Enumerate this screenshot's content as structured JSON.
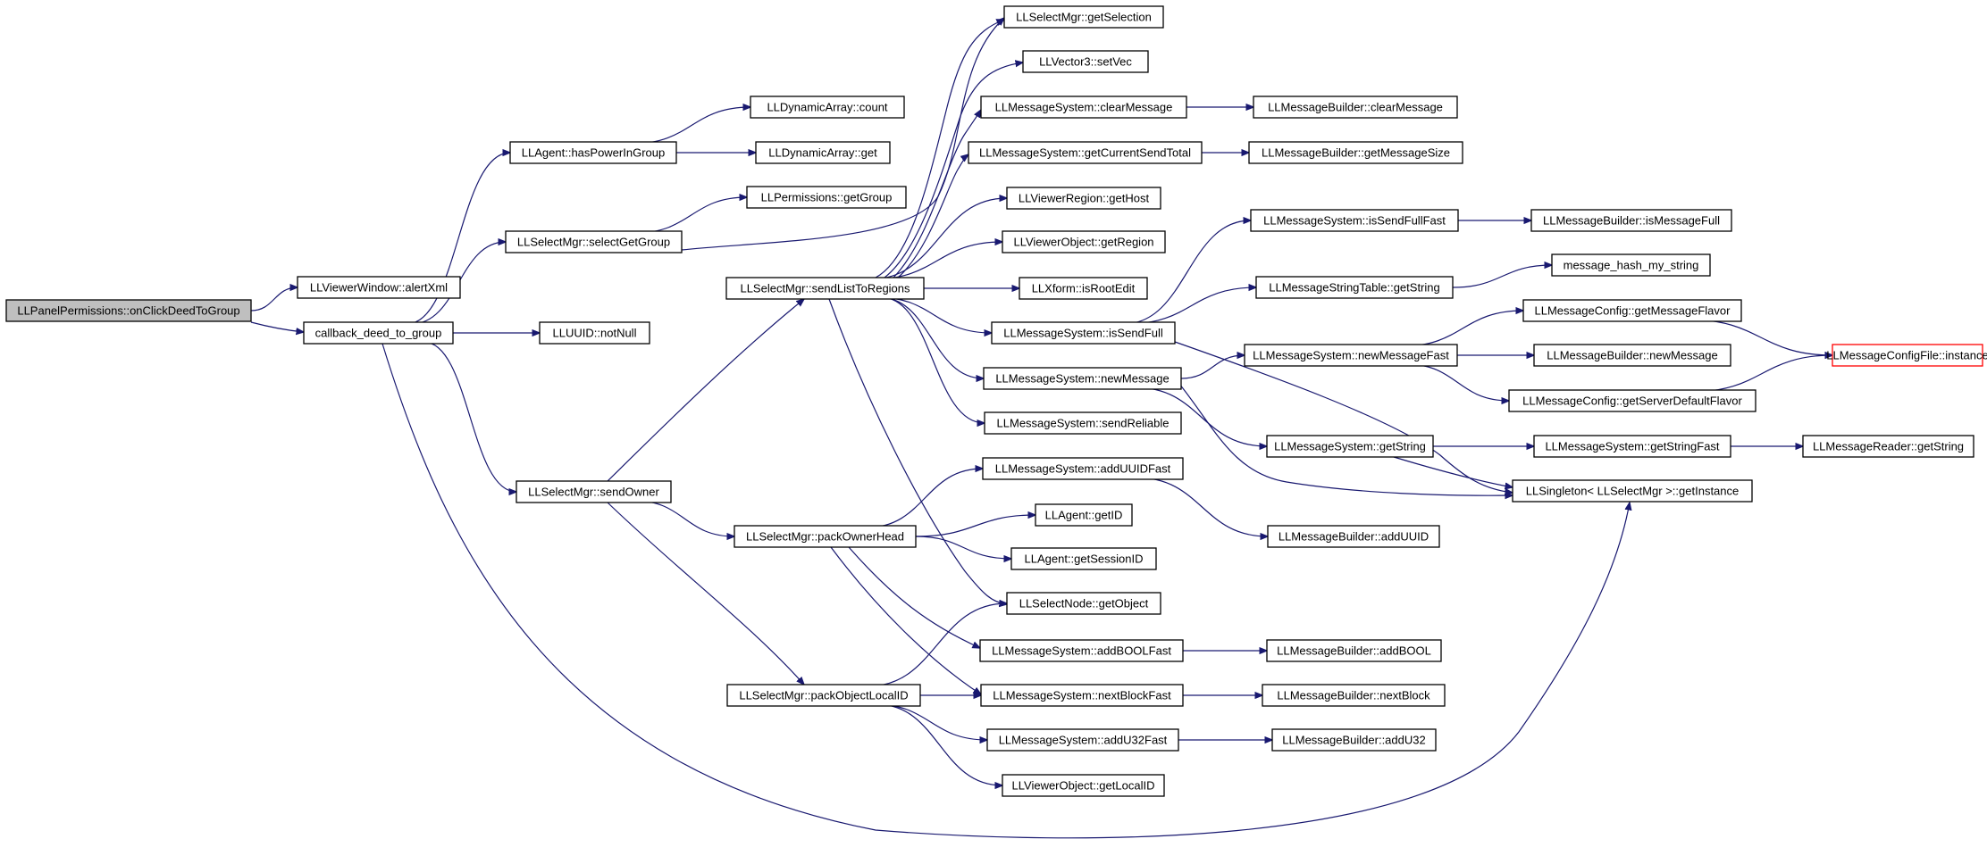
{
  "graph": {
    "root": "LLPanelPermissions::onClickDeedToGroup",
    "colors": {
      "edge": "#191970",
      "root_fill": "#bfbfbf",
      "highlight_border": "#ff0000"
    },
    "nodes": [
      {
        "id": "n_root",
        "label": "LLPanelPermissions::onClickDeedToGroup"
      },
      {
        "id": "n_alertxml",
        "label": "LLViewerWindow::alertXml"
      },
      {
        "id": "n_callback",
        "label": "callback_deed_to_group"
      },
      {
        "id": "n_haspower",
        "label": "LLAgent::hasPowerInGroup"
      },
      {
        "id": "n_selectgetgroup",
        "label": "LLSelectMgr::selectGetGroup"
      },
      {
        "id": "n_notnull",
        "label": "LLUUID::notNull"
      },
      {
        "id": "n_sendowner",
        "label": "LLSelectMgr::sendOwner"
      },
      {
        "id": "n_dyncount",
        "label": "LLDynamicArray::count"
      },
      {
        "id": "n_dynget",
        "label": "LLDynamicArray::get"
      },
      {
        "id": "n_permgetgroup",
        "label": "LLPermissions::getGroup"
      },
      {
        "id": "n_sendlist",
        "label": "LLSelectMgr::sendListToRegions"
      },
      {
        "id": "n_packownerhead",
        "label": "LLSelectMgr::packOwnerHead"
      },
      {
        "id": "n_packobjlocal",
        "label": "LLSelectMgr::packObjectLocalID"
      },
      {
        "id": "n_getselection",
        "label": "LLSelectMgr::getSelection"
      },
      {
        "id": "n_setvec",
        "label": "LLVector3::setVec"
      },
      {
        "id": "n_ms_clearmsg",
        "label": "LLMessageSystem::clearMessage"
      },
      {
        "id": "n_ms_cursendtotal",
        "label": "LLMessageSystem::getCurrentSendTotal"
      },
      {
        "id": "n_gethost",
        "label": "LLViewerRegion::getHost"
      },
      {
        "id": "n_getregion",
        "label": "LLViewerObject::getRegion"
      },
      {
        "id": "n_isrootedit",
        "label": "LLXform::isRootEdit"
      },
      {
        "id": "n_ms_issendfull",
        "label": "LLMessageSystem::isSendFull"
      },
      {
        "id": "n_ms_newmsg",
        "label": "LLMessageSystem::newMessage"
      },
      {
        "id": "n_ms_sendreliable",
        "label": "LLMessageSystem::sendReliable"
      },
      {
        "id": "n_ms_adduuidfast",
        "label": "LLMessageSystem::addUUIDFast"
      },
      {
        "id": "n_agent_getid",
        "label": "LLAgent::getID"
      },
      {
        "id": "n_agent_sessionid",
        "label": "LLAgent::getSessionID"
      },
      {
        "id": "n_selnode_getobj",
        "label": "LLSelectNode::getObject"
      },
      {
        "id": "n_ms_addboolfast",
        "label": "LLMessageSystem::addBOOLFast"
      },
      {
        "id": "n_ms_nextblockfast",
        "label": "LLMessageSystem::nextBlockFast"
      },
      {
        "id": "n_ms_addu32fast",
        "label": "LLMessageSystem::addU32Fast"
      },
      {
        "id": "n_vo_getlocalid",
        "label": "LLViewerObject::getLocalID"
      },
      {
        "id": "n_mb_clearmsg",
        "label": "LLMessageBuilder::clearMessage"
      },
      {
        "id": "n_mb_getmsgsize",
        "label": "LLMessageBuilder::getMessageSize"
      },
      {
        "id": "n_ms_issendfullfast",
        "label": "LLMessageSystem::isSendFullFast"
      },
      {
        "id": "n_mst_getstring",
        "label": "LLMessageStringTable::getString"
      },
      {
        "id": "n_ms_newmsgfast",
        "label": "LLMessageSystem::newMessageFast"
      },
      {
        "id": "n_ms_getstring",
        "label": "LLMessageSystem::getString"
      },
      {
        "id": "n_mb_adduuid",
        "label": "LLMessageBuilder::addUUID"
      },
      {
        "id": "n_mb_addbool",
        "label": "LLMessageBuilder::addBOOL"
      },
      {
        "id": "n_mb_nextblock",
        "label": "LLMessageBuilder::nextBlock"
      },
      {
        "id": "n_mb_addu32",
        "label": "LLMessageBuilder::addU32"
      },
      {
        "id": "n_mb_ismsgfull",
        "label": "LLMessageBuilder::isMessageFull"
      },
      {
        "id": "n_msghash",
        "label": "message_hash_my_string"
      },
      {
        "id": "n_mc_getflavor",
        "label": "LLMessageConfig::getMessageFlavor"
      },
      {
        "id": "n_mb_newmsg",
        "label": "LLMessageBuilder::newMessage"
      },
      {
        "id": "n_mc_getserverflavor",
        "label": "LLMessageConfig::getServerDefaultFlavor"
      },
      {
        "id": "n_ms_getstringfast",
        "label": "LLMessageSystem::getStringFast"
      },
      {
        "id": "n_singleton",
        "label": "LLSingleton< LLSelectMgr >::getInstance"
      },
      {
        "id": "n_mcf_instance",
        "label": "LLMessageConfigFile::instance"
      },
      {
        "id": "n_mr_getstring",
        "label": "LLMessageReader::getString"
      }
    ],
    "edges": [
      [
        "n_root",
        "n_alertxml"
      ],
      [
        "n_root",
        "n_callback"
      ],
      [
        "n_callback",
        "n_haspower"
      ],
      [
        "n_callback",
        "n_selectgetgroup"
      ],
      [
        "n_callback",
        "n_notnull"
      ],
      [
        "n_callback",
        "n_sendowner"
      ],
      [
        "n_callback",
        "n_singleton"
      ],
      [
        "n_haspower",
        "n_dyncount"
      ],
      [
        "n_haspower",
        "n_dynget"
      ],
      [
        "n_selectgetgroup",
        "n_permgetgroup"
      ],
      [
        "n_selectgetgroup",
        "n_getselection"
      ],
      [
        "n_sendowner",
        "n_sendlist"
      ],
      [
        "n_sendowner",
        "n_packownerhead"
      ],
      [
        "n_sendowner",
        "n_packobjlocal"
      ],
      [
        "n_sendlist",
        "n_getselection"
      ],
      [
        "n_sendlist",
        "n_setvec"
      ],
      [
        "n_sendlist",
        "n_ms_clearmsg"
      ],
      [
        "n_sendlist",
        "n_ms_cursendtotal"
      ],
      [
        "n_sendlist",
        "n_gethost"
      ],
      [
        "n_sendlist",
        "n_getregion"
      ],
      [
        "n_sendlist",
        "n_isrootedit"
      ],
      [
        "n_sendlist",
        "n_ms_issendfull"
      ],
      [
        "n_sendlist",
        "n_ms_newmsg"
      ],
      [
        "n_sendlist",
        "n_ms_sendreliable"
      ],
      [
        "n_sendlist",
        "n_selnode_getobj"
      ],
      [
        "n_packownerhead",
        "n_ms_adduuidfast"
      ],
      [
        "n_packownerhead",
        "n_agent_getid"
      ],
      [
        "n_packownerhead",
        "n_agent_sessionid"
      ],
      [
        "n_packownerhead",
        "n_ms_addboolfast"
      ],
      [
        "n_packownerhead",
        "n_ms_nextblockfast"
      ],
      [
        "n_packobjlocal",
        "n_selnode_getobj"
      ],
      [
        "n_packobjlocal",
        "n_ms_nextblockfast"
      ],
      [
        "n_packobjlocal",
        "n_ms_addu32fast"
      ],
      [
        "n_packobjlocal",
        "n_vo_getlocalid"
      ],
      [
        "n_ms_clearmsg",
        "n_mb_clearmsg"
      ],
      [
        "n_ms_cursendtotal",
        "n_mb_getmsgsize"
      ],
      [
        "n_ms_issendfull",
        "n_ms_issendfullfast"
      ],
      [
        "n_ms_issendfull",
        "n_mst_getstring"
      ],
      [
        "n_ms_issendfull",
        "n_singleton"
      ],
      [
        "n_ms_newmsg",
        "n_ms_newmsgfast"
      ],
      [
        "n_ms_newmsg",
        "n_ms_getstring"
      ],
      [
        "n_ms_newmsg",
        "n_singleton"
      ],
      [
        "n_ms_adduuidfast",
        "n_mb_adduuid"
      ],
      [
        "n_ms_addboolfast",
        "n_mb_addbool"
      ],
      [
        "n_ms_nextblockfast",
        "n_mb_nextblock"
      ],
      [
        "n_ms_addu32fast",
        "n_mb_addu32"
      ],
      [
        "n_ms_issendfullfast",
        "n_mb_ismsgfull"
      ],
      [
        "n_mst_getstring",
        "n_msghash"
      ],
      [
        "n_ms_newmsgfast",
        "n_mc_getflavor"
      ],
      [
        "n_ms_newmsgfast",
        "n_mb_newmsg"
      ],
      [
        "n_ms_newmsgfast",
        "n_mc_getserverflavor"
      ],
      [
        "n_ms_getstring",
        "n_ms_getstringfast"
      ],
      [
        "n_ms_getstring",
        "n_singleton"
      ],
      [
        "n_ms_getstringfast",
        "n_mr_getstring"
      ],
      [
        "n_mc_getflavor",
        "n_mcf_instance"
      ],
      [
        "n_mc_getserverflavor",
        "n_mcf_instance"
      ]
    ]
  }
}
